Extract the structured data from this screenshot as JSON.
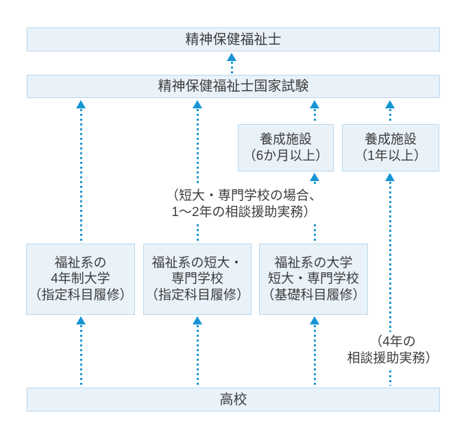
{
  "nodes": {
    "worker": "精神保健福祉士",
    "exam": "精神保健福祉士国家試験",
    "facility6": {
      "lines": [
        "養成施設",
        "（6か月以上）"
      ]
    },
    "facility1": {
      "lines": [
        "養成施設",
        "（1年以上）"
      ]
    },
    "univ4": {
      "lines": [
        "福祉系の",
        "4年制大学",
        "（指定科目履修）"
      ]
    },
    "college": {
      "lines": [
        "福祉系の短大・",
        "専門学校",
        "（指定科目履修）"
      ]
    },
    "basic": {
      "lines": [
        "福祉系の大学",
        "短大・専門学校",
        "（基礎科目履修）"
      ]
    },
    "highschool": "高校"
  },
  "notes": {
    "transfer": {
      "lines": [
        "（短大・専門学校の場合、",
        "1～2年の相談援助実務）"
      ]
    },
    "practical4": {
      "lines": [
        "（4年の",
        "相談援助実務）"
      ]
    }
  },
  "icons": {
    "arrow_up": "▲"
  },
  "colors": {
    "arrow": "#1794d4",
    "box_fill": "#e9f1f9",
    "box_border": "#b7d7eb",
    "text": "#3d3d3d",
    "background": "#ffffff"
  }
}
